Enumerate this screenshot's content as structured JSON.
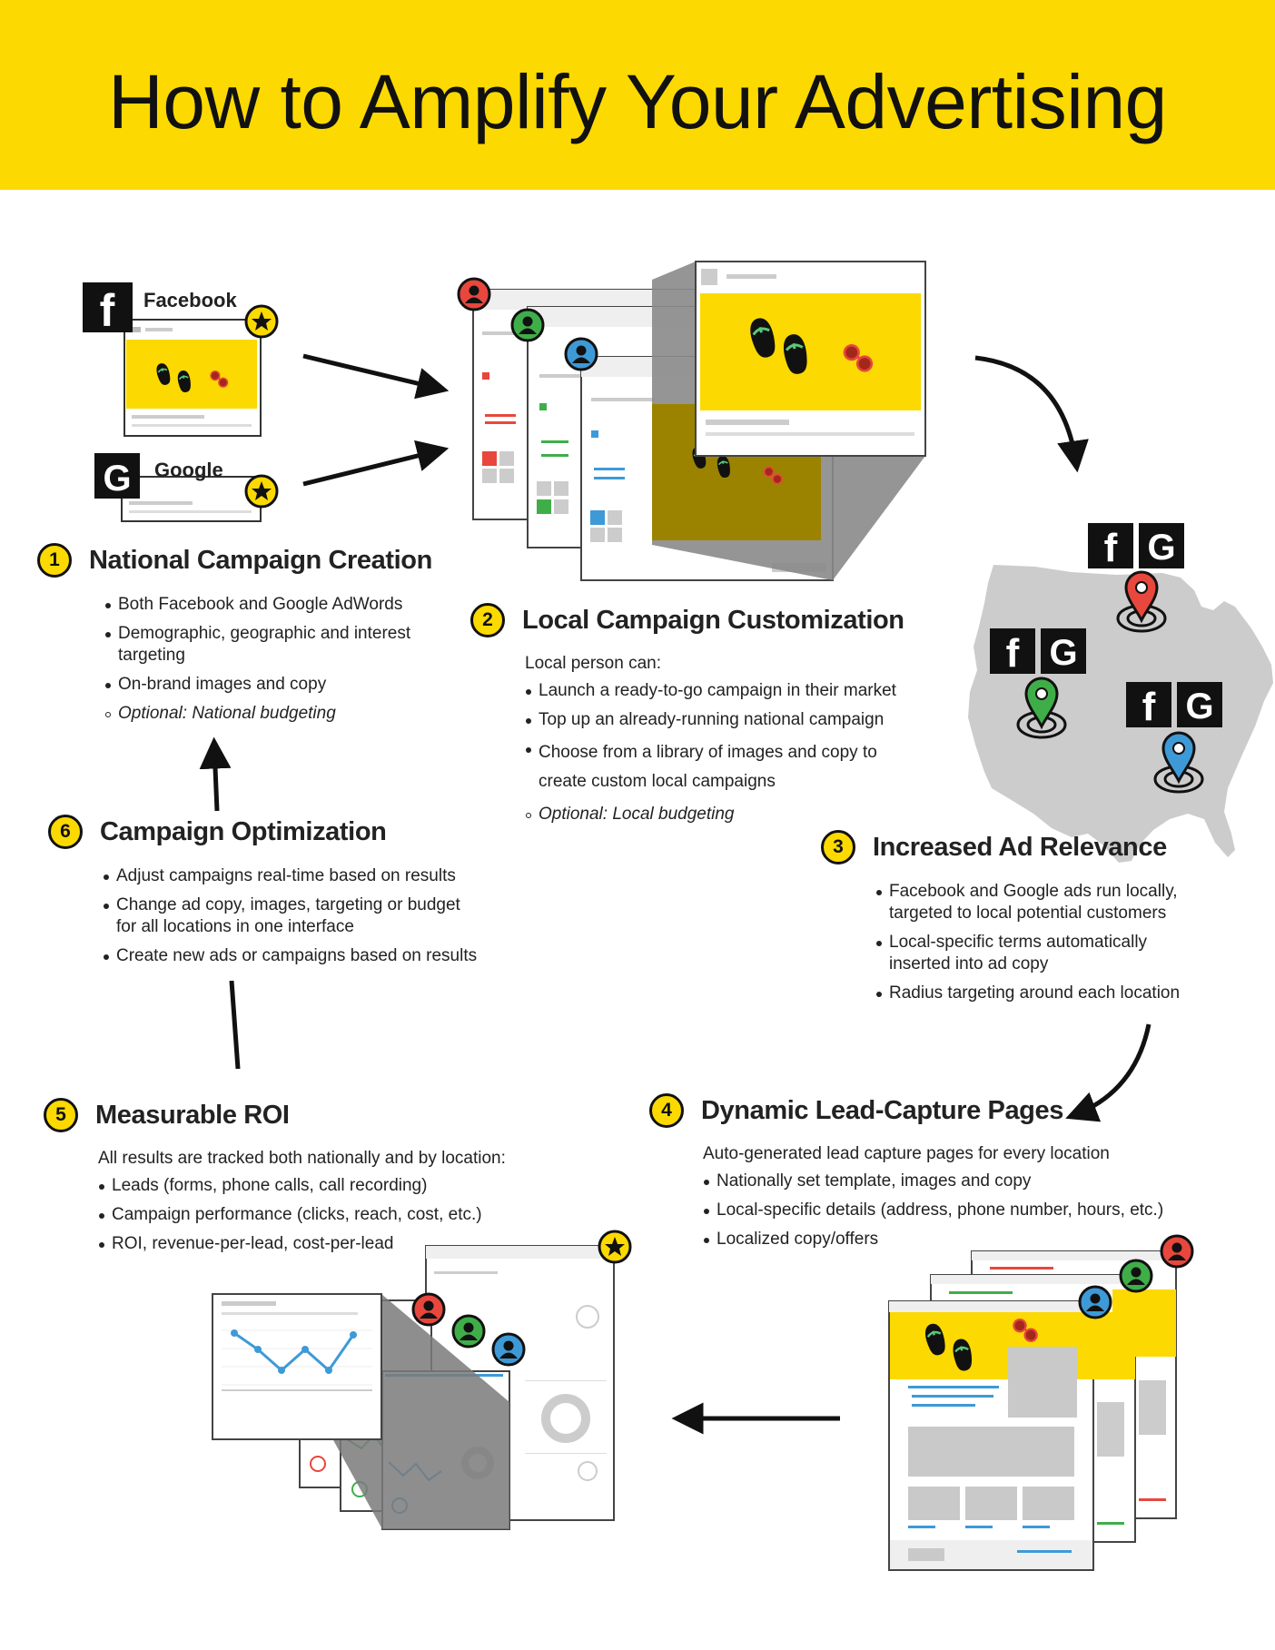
{
  "title": "How to Amplify Your Advertising",
  "brands": {
    "facebook": "Facebook",
    "google": "Google"
  },
  "steps": [
    {
      "num": "1",
      "title": "National Campaign Creation",
      "intro": "",
      "bullets": [
        "Both Facebook and Google AdWords",
        "Demographic, geographic and interest targeting",
        "On-brand images and copy"
      ],
      "optional": "Optional: National budgeting"
    },
    {
      "num": "2",
      "title": "Local Campaign Customization",
      "intro": "Local person can:",
      "bullets": [
        "Launch a ready-to-go campaign in their market",
        "Top up an already-running national campaign",
        "Choose from a library of images and copy to create custom local campaigns"
      ],
      "optional": "Optional: Local budgeting"
    },
    {
      "num": "3",
      "title": "Increased Ad Relevance",
      "intro": "",
      "bullets": [
        "Facebook and Google ads run  locally, targeted to local potential customers",
        "Local-specific terms automatically inserted into ad copy",
        "Radius targeting around each location"
      ],
      "optional": ""
    },
    {
      "num": "4",
      "title": "Dynamic Lead-Capture Pages",
      "intro": "Auto-generated lead capture pages for every location",
      "bullets": [
        "Nationally set template, images and copy",
        "Local-specific details (address, phone number, hours, etc.)",
        "Localized copy/offers"
      ],
      "optional": ""
    },
    {
      "num": "5",
      "title": "Measurable ROI",
      "intro": "All results are tracked both nationally and by location:",
      "bullets": [
        "Leads (forms, phone calls, call recording)",
        "Campaign performance (clicks, reach, cost, etc.)",
        "ROI, revenue-per-lead, cost-per-lead"
      ],
      "optional": ""
    },
    {
      "num": "6",
      "title": "Campaign Optimization",
      "intro": "",
      "bullets": [
        "Adjust campaigns real-time based on results",
        "Change ad copy, images, targeting or budget for all locations in one interface",
        "Create new ads or campaigns based on results"
      ],
      "optional": ""
    }
  ],
  "colors": {
    "yellow": "#fcd900",
    "red": "#e8473d",
    "green": "#3fae49",
    "blue": "#3d9ad7",
    "dark": "#111111",
    "gray": "#c9c9c9"
  },
  "icons": [
    "facebook-icon",
    "google-icon",
    "star-icon",
    "user-icon",
    "location-pin-icon",
    "flip-flops-icon",
    "sunglasses-icon",
    "arrow-icon",
    "usa-map-icon"
  ]
}
